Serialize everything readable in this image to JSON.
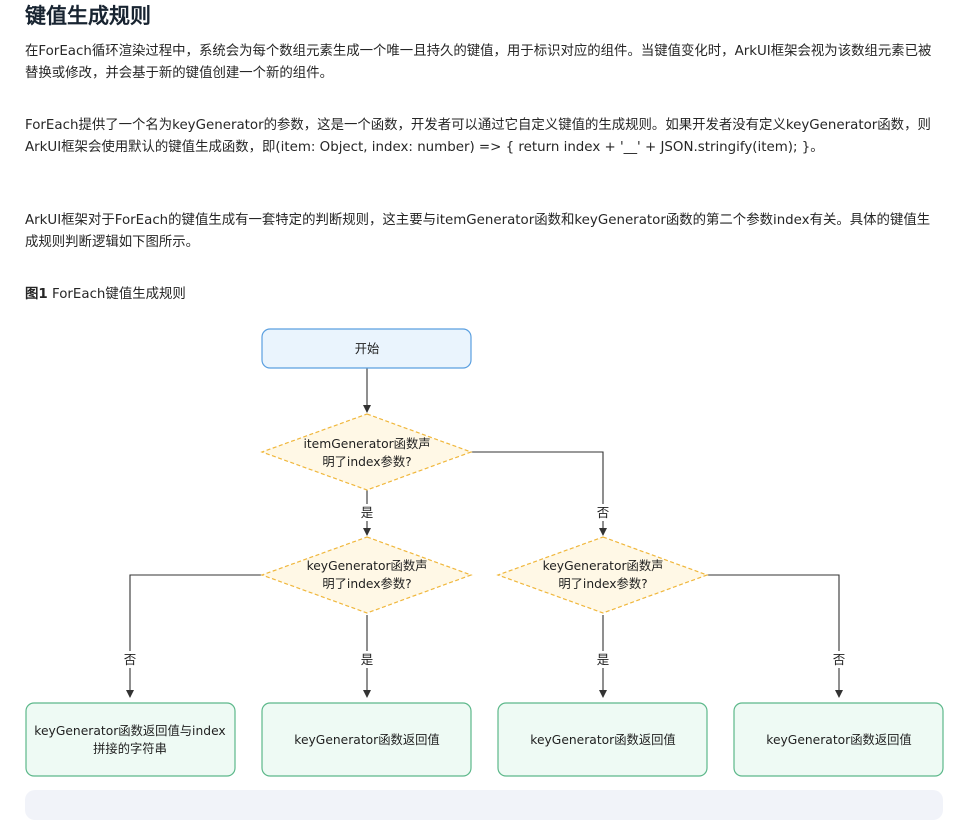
{
  "heading": "键值生成规则",
  "paragraphs": [
    "在ForEach循环渲染过程中，系统会为每个数组元素生成一个唯一且持久的键值，用于标识对应的组件。当键值变化时，ArkUI框架会视为该数组元素已被替换或修改，并会基于新的键值创建一个新的组件。",
    "ForEach提供了一个名为keyGenerator的参数，这是一个函数，开发者可以通过它自定义键值的生成规则。如果开发者没有定义keyGenerator函数，则ArkUI框架会使用默认的键值生成函数，即(item: Object, index: number) => { return index + '__' + JSON.stringify(item); }。",
    "ArkUI框架对于ForEach的键值生成有一套特定的判断规则，这主要与itemGenerator函数和keyGenerator函数的第二个参数index有关。具体的键值生成规则判断逻辑如下图所示。"
  ],
  "figure": {
    "caption_label": "图1",
    "caption_text": "ForEach键值生成规则"
  },
  "flowchart": {
    "start": "开始",
    "decision_item_line1": "itemGenerator函数声",
    "decision_item_line2": "明了index参数?",
    "decision_key_left_line1": "keyGenerator函数声",
    "decision_key_left_line2": "明了index参数?",
    "decision_key_right_line1": "keyGenerator函数声",
    "decision_key_right_line2": "明了index参数?",
    "yes": "是",
    "no": "否",
    "result_concat_line1": "keyGenerator函数返回值与index",
    "result_concat_line2": "拼接的字符串",
    "result_return_value": "keyGenerator函数返回值"
  },
  "colors": {
    "start_fill": "#eaf4fd",
    "start_stroke": "#5a9fe0",
    "decision_fill": "#fff8e6",
    "decision_stroke": "#f0b73c",
    "result_fill": "#eefaf4",
    "result_stroke": "#5cb88a",
    "edge": "#333333"
  }
}
